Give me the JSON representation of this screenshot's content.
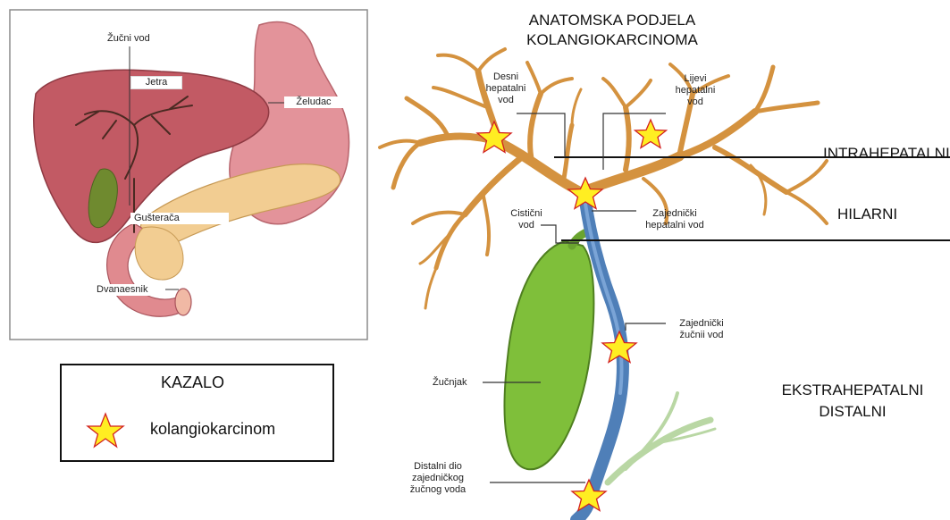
{
  "title": {
    "line1": "ANATOMSKA PODJELA",
    "line2": "KOLANGIOKARCINOMA"
  },
  "inset": {
    "labels": {
      "zucni_vod": "Žučni vod",
      "jetra": "Jetra",
      "zeludac": "Želudac",
      "gusteraca": "Gušterača",
      "dvanaesnik": "Dvanaesnik"
    }
  },
  "legend": {
    "title": "KAZALO",
    "item_label": "kolangiokarcinom"
  },
  "zones": {
    "intrahepatalni": "INTRAHEPATALNI",
    "hilarni": "HILARNI",
    "ekstra_line1": "EKSTRAHEPATALNI",
    "ekstra_line2": "DISTALNI"
  },
  "labels": {
    "desni_1": "Desni",
    "desni_2": "hepatalni",
    "desni_3": "vod",
    "lijevi_1": "Lijevi",
    "lijevi_2": "hepatalni",
    "lijevi_3": "vod",
    "cisticni_1": "Cistični",
    "cisticni_2": "vod",
    "zaj_hep_1": "Zajednički",
    "zaj_hep_2": "hepatalni vod",
    "zaj_zuc_1": "Zajednički",
    "zaj_zuc_2": "žučnii vod",
    "zucnjak": "Žučnjak",
    "distalni_1": "Distalni dio",
    "distalni_2": "zajedničkog",
    "distalni_3": "žučnog voda"
  },
  "colors": {
    "liver": "#c25a64",
    "stomach": "#de8a92",
    "pancreas": "#f0c98e",
    "ducts": "#d4923f",
    "bile_duct": "#4f7fb8",
    "gallbladder": "#7fbf3a",
    "star_fill": "#ffee22",
    "star_stroke": "#d22020"
  }
}
